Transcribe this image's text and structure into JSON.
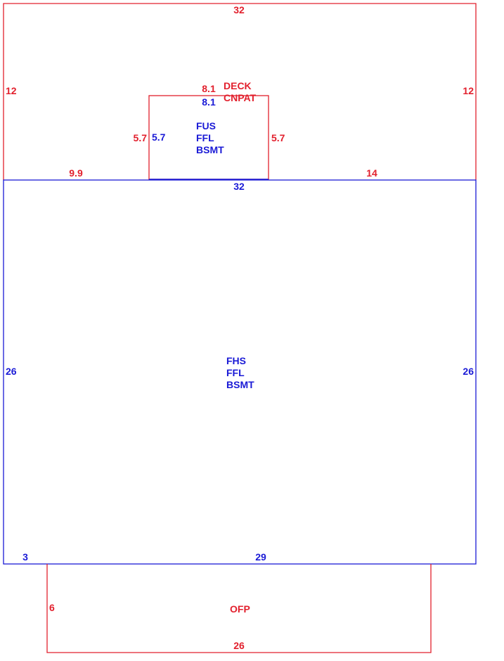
{
  "colors": {
    "red": "#e2202d",
    "blue": "#1a1ad6",
    "background": "#ffffff"
  },
  "areas": {
    "deck": {
      "labels": [
        "DECK",
        "CNPAT"
      ],
      "dims": {
        "top": "32",
        "left": "12",
        "right": "12",
        "bottom_left": "9.9",
        "bottom_right": "14"
      }
    },
    "upper_structure": {
      "labels": [
        "FUS",
        "FFL",
        "BSMT"
      ],
      "dims": {
        "top_red": "8.1",
        "top_blue": "8.1",
        "left_red": "5.7",
        "left_blue": "5.7",
        "right_red": "5.7"
      }
    },
    "main_house": {
      "labels": [
        "FHS",
        "FFL",
        "BSMT"
      ],
      "dims": {
        "top": "32",
        "left": "26",
        "right": "26",
        "bottom_left": "3",
        "bottom_right": "29"
      }
    },
    "porch": {
      "labels": [
        "OFP"
      ],
      "dims": {
        "left": "6",
        "bottom": "26"
      }
    }
  }
}
